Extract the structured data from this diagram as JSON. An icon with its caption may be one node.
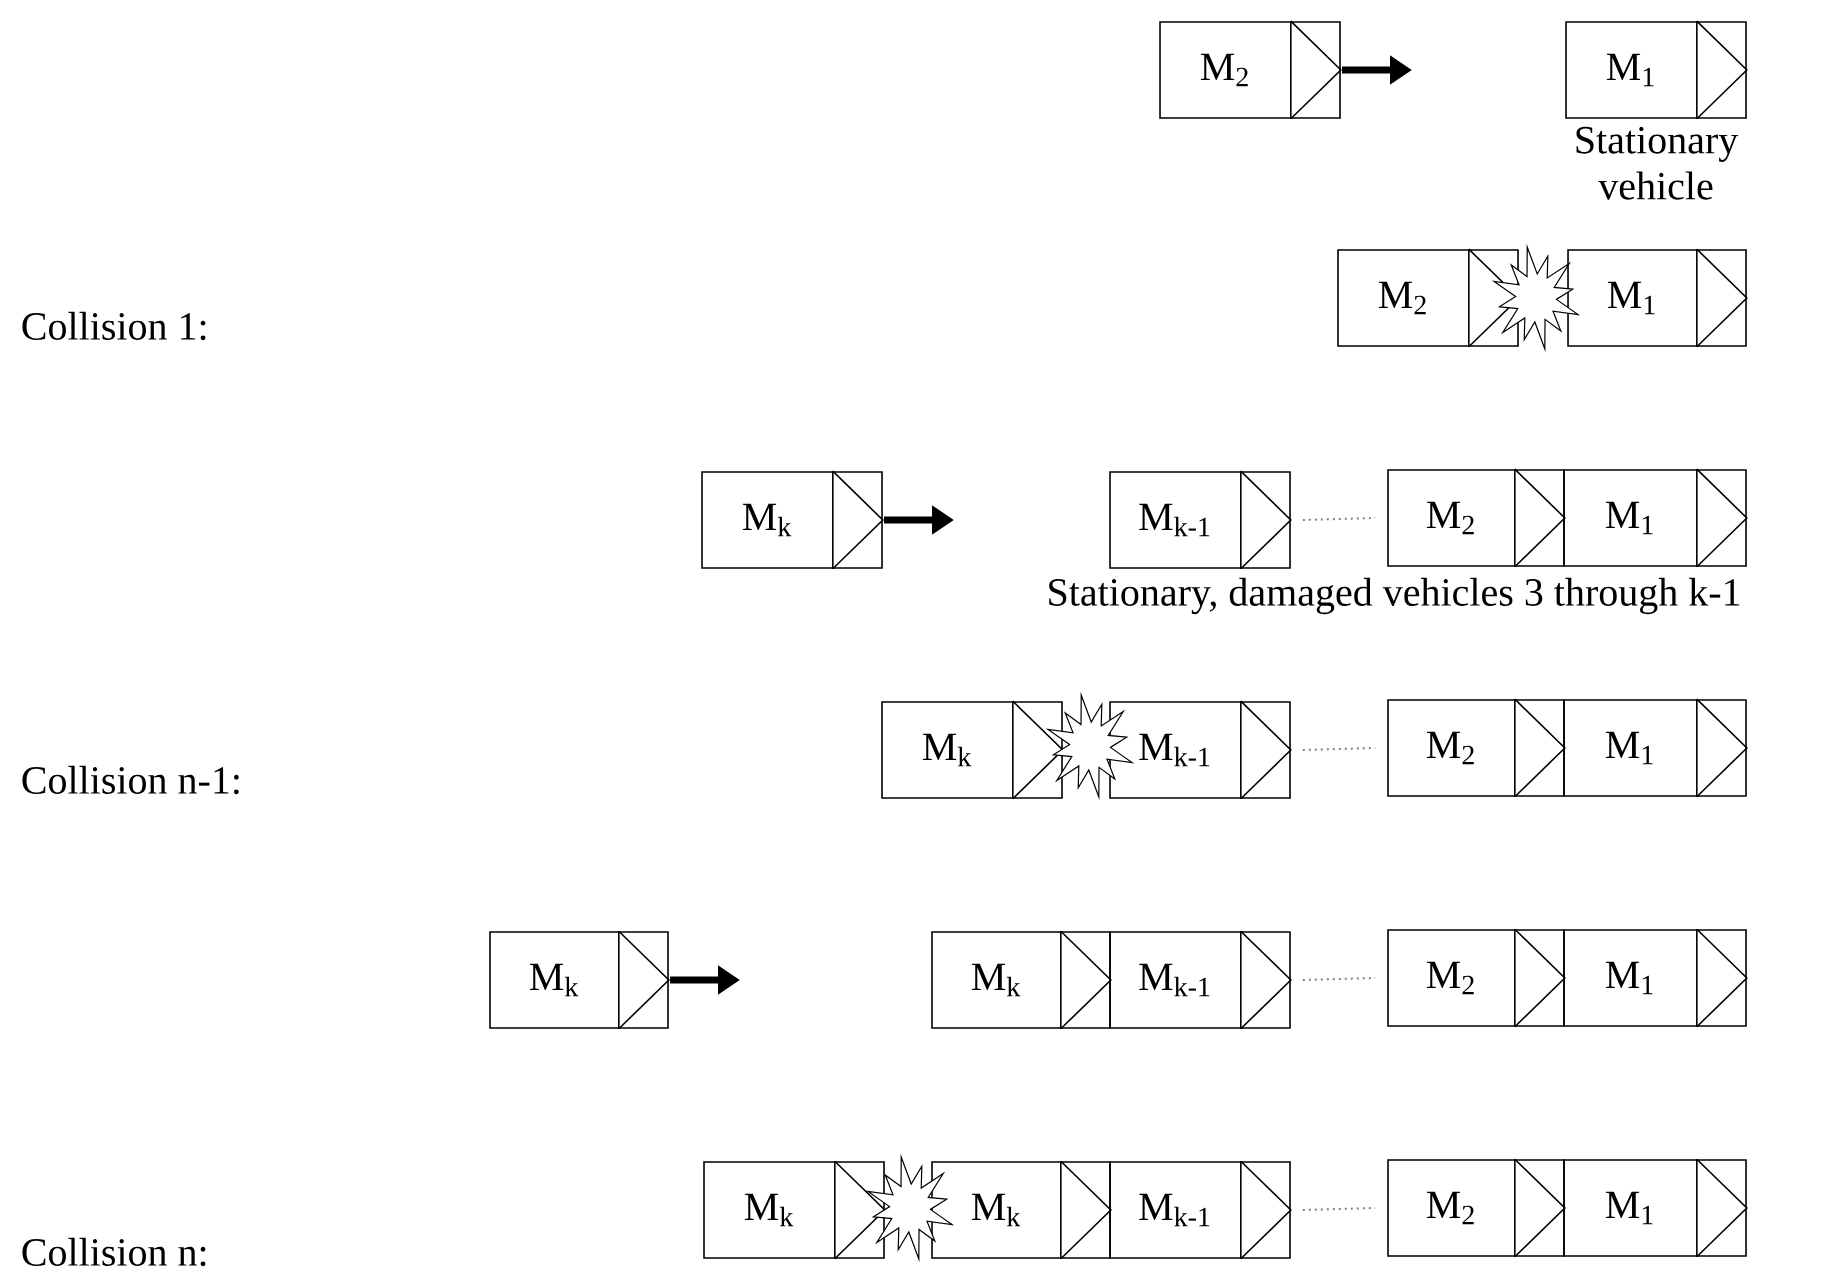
{
  "diagram": {
    "nodes": [
      {
        "text": [
          "M$_{2}$"
        ]
      },
      {
        "text": [
          "M$_{1}$"
        ],
        "beside": [
          "Stationary vehicle"
        ]
      },
      {
        "text": [
          "M$_{2}$"
        ]
      },
      {
        "text": [
          "M$_{1}$"
        ]
      },
      {
        "text": [
          "M$_{k}$"
        ]
      },
      {
        "text": [
          "M$_{k-1}$"
        ]
      },
      {
        "text": [
          "M$_{2}$"
        ]
      },
      {
        "text": [
          "M$_{1}$"
        ]
      },
      {
        "text": [
          "M$_{k}$"
        ]
      },
      {
        "text": [
          "M$_{k-1}$"
        ]
      },
      {
        "text": [
          "M$_{2}$"
        ]
      },
      {
        "text": [
          "M$_{1}$"
        ]
      },
      {
        "text": [
          "M$_{k}$"
        ]
      },
      {
        "text": [
          "M$_{k}$"
        ]
      },
      {
        "text": [
          "M$_{k-1}$"
        ]
      },
      {
        "text": [
          "M$_{2}$"
        ]
      },
      {
        "text": [
          "M$_{1}$"
        ]
      },
      {
        "text": [
          "M$_{k}$"
        ]
      },
      {
        "text": [
          "M$_{k}$"
        ]
      },
      {
        "text": [
          "M$_{k-1}$"
        ]
      },
      {
        "text": [
          "M$_{2}$"
        ]
      },
      {
        "text": [
          "M$_{1}$"
        ]
      }
    ],
    "edges": [
      {
        "from": 5,
        "to": 6,
        "arrow": "none",
        "style": "dashed"
      },
      {
        "from": 9,
        "to": 10,
        "arrow": "none",
        "style": "dashed"
      },
      {
        "from": 14,
        "to": 15,
        "arrow": "none",
        "style": "dashed"
      },
      {
        "from": 19,
        "to": 20,
        "arrow": "none",
        "style": "dashed"
      }
    ],
    "labels": [
      "Collision 1:",
      "Stationary, damaged vehicles 3 through k-1",
      "Collision n-1:",
      "Collision n:"
    ]
  }
}
